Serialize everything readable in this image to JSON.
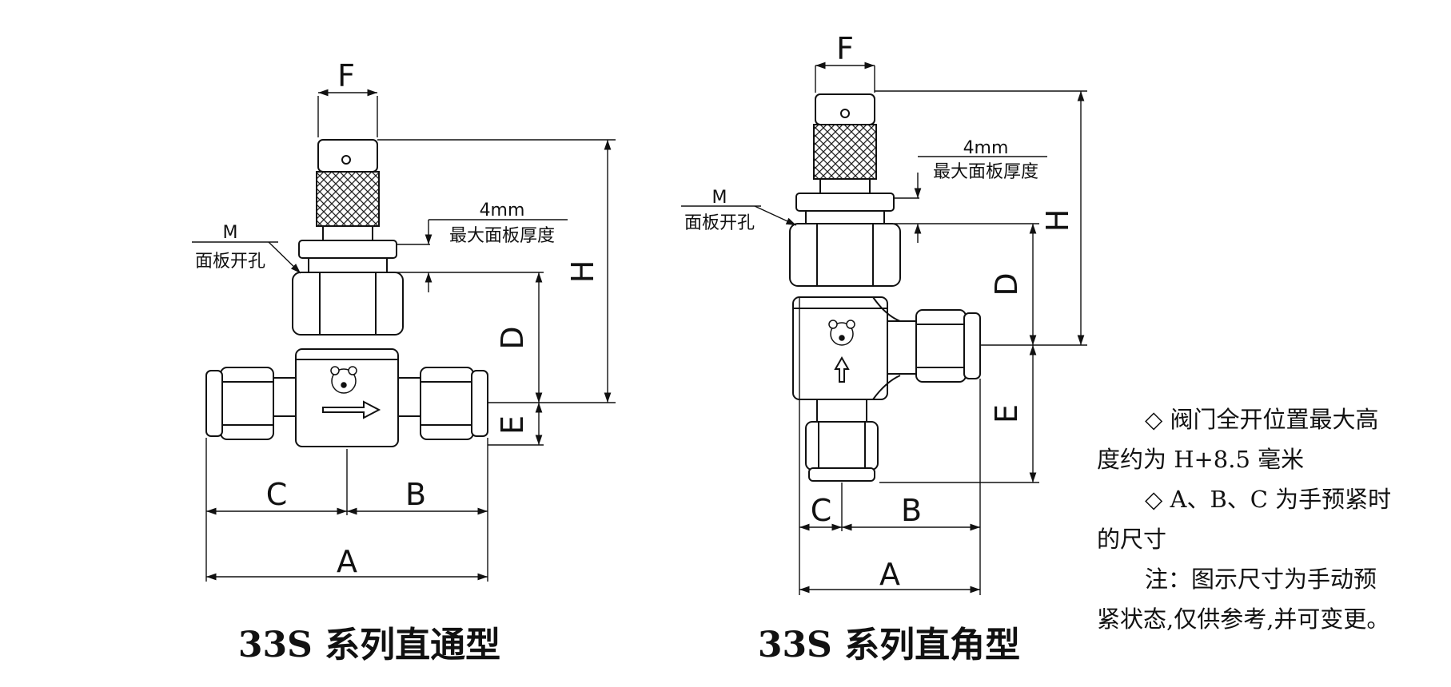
{
  "diagram_left": {
    "title": "33S 系列直通型",
    "labels": {
      "A": "A",
      "B": "B",
      "C": "C",
      "D": "D",
      "E": "E",
      "F": "F",
      "H": "H",
      "M": "M"
    },
    "panel_hole": "面板开孔",
    "thickness_top": "4mm",
    "thickness_bottom": "最大面板厚度"
  },
  "diagram_right": {
    "title": "33S 系列直角型",
    "labels": {
      "A": "A",
      "B": "B",
      "C": "C",
      "D": "D",
      "E": "E",
      "F": "F",
      "H": "H",
      "M": "M"
    },
    "panel_hole": "面板开孔",
    "thickness_top": "4mm",
    "thickness_bottom": "最大面板厚度"
  },
  "notes": {
    "line1": "◇ 阀门全开位置最大高度约为 H+8.5 毫米",
    "line2": "◇ A、B、C 为手预紧时的尺寸",
    "line3": "注：图示尺寸为手动预紧状态,仅供参考,并可变更。"
  },
  "colors": {
    "line": "#111111",
    "body": "#ffffff"
  }
}
